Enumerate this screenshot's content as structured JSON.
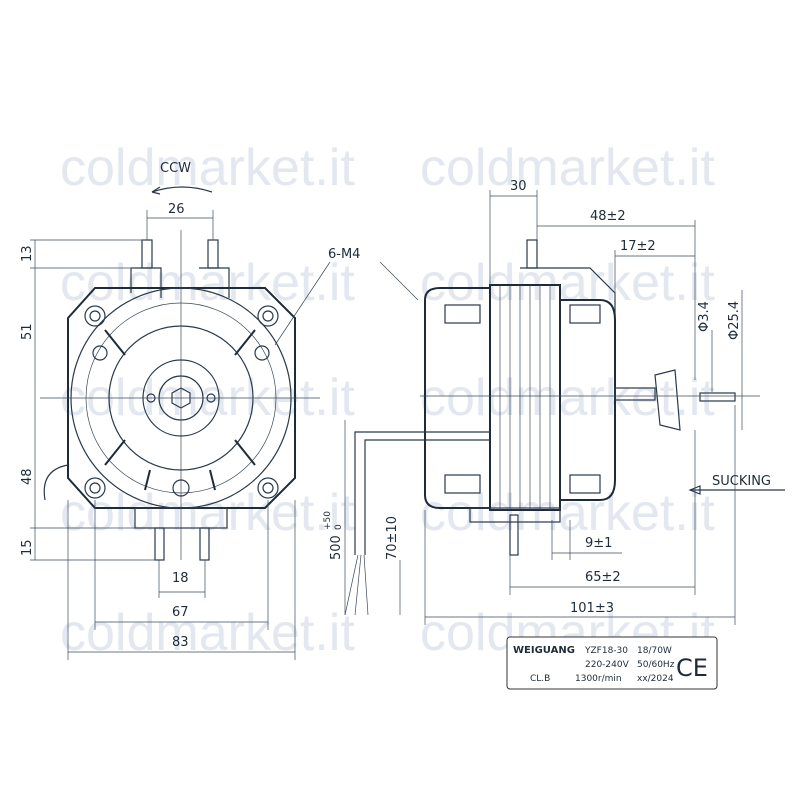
{
  "watermark": "coldmarket.it",
  "front_view": {
    "rotation": "CCW",
    "dims": {
      "top_pin_spacing": "26",
      "bottom_pin_spacing": "18",
      "mount_width": "67",
      "overall_width": "83",
      "pin_height_top": "13",
      "upper_height": "51",
      "lower_height": "48",
      "pin_height_bottom": "15"
    },
    "thread_label": "6-M4"
  },
  "side_view": {
    "dims": {
      "top_offset": "30",
      "shaft_section": "48±2",
      "hub_length": "17±2",
      "shaft_dia": "Φ3.4",
      "hub_dia": "Φ25.4",
      "cable_length": "500",
      "cable_length_tol_upper": "+50",
      "cable_length_tol_lower": "0",
      "lead_strip": "70±10",
      "pin_offset": "9±1",
      "body_length": "65±2",
      "overall_length": "101±3"
    },
    "airflow_label": "SUCKING"
  },
  "plate": {
    "brand": "WEIGUANG",
    "model": "YZF18-30",
    "power": "18/70W",
    "voltage": "220-240V",
    "frequency": "50/60Hz",
    "insulation": "CL.B",
    "speed": "1300r/min",
    "date": "xx/2024",
    "mark": "CE"
  }
}
